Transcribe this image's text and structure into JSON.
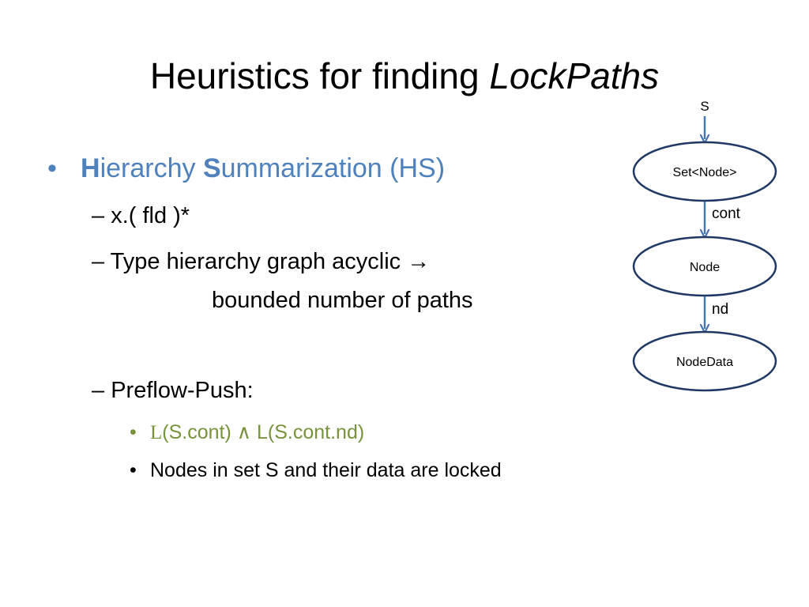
{
  "slide": {
    "title": {
      "plain": "Heuristics for finding ",
      "italic": "LockPaths"
    },
    "bullet_main": {
      "marker": "•",
      "h_bold": "H",
      "h_rest": "ierarchy ",
      "s_bold": "S",
      "s_rest": "ummarization (HS)"
    },
    "sub_bullets": {
      "dash": "–",
      "item1": " x.( fld )*",
      "item2_line1": " Type hierarchy graph acyclic ",
      "item2_arrow": "→",
      "item2_line2": "bounded number of paths",
      "item3": " Preflow-Push:"
    },
    "sub_sub_bullets": {
      "marker": "•",
      "item1_prefix": "L",
      "item1_rest": "(S.cont) ∧ L(S.cont.nd)",
      "item2": "Nodes in set S and their data are locked"
    }
  },
  "diagram": {
    "entry_label": "S",
    "nodes": [
      "Set<Node>",
      "Node",
      "NodeData"
    ],
    "edges": [
      "cont",
      "nd"
    ],
    "colors": {
      "ellipse_stroke": "#1f3864",
      "arrow": "#4a76b4",
      "bullet_blue": "#4f81bd",
      "bullet_green": "#77933c"
    }
  }
}
